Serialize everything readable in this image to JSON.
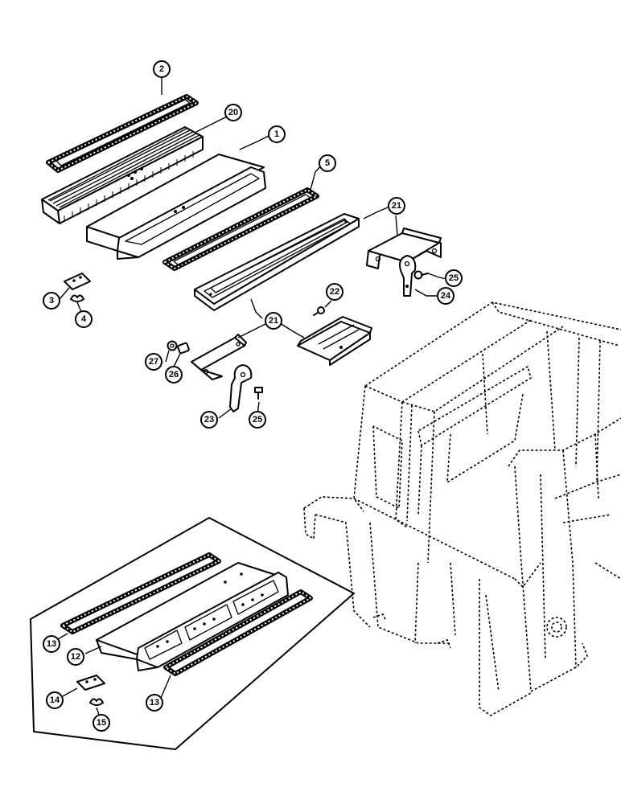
{
  "callouts": {
    "c1": "1",
    "c2": "2",
    "c3": "3",
    "c4": "4",
    "c5": "5",
    "c12": "12",
    "c13a": "13",
    "c13b": "13",
    "c14": "14",
    "c15": "15",
    "c20": "20",
    "c21a": "21",
    "c21b": "21",
    "c22": "22",
    "c23": "23",
    "c24": "24",
    "c25a": "25",
    "c25b": "25",
    "c26": "26",
    "c27": "27"
  }
}
